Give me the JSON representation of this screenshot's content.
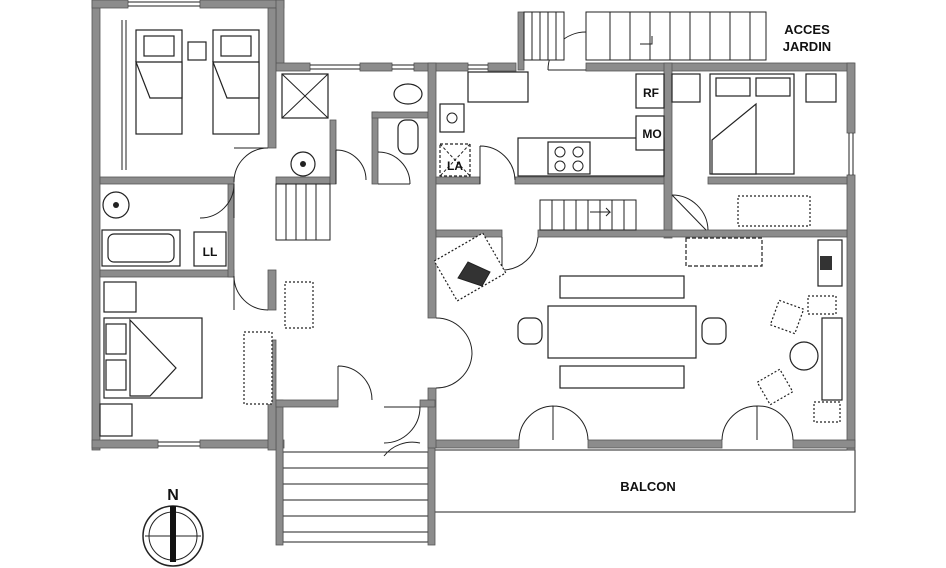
{
  "labels": {
    "acces_line1": "ACCES",
    "acces_line2": "JARDIN",
    "balcon": "BALCON",
    "north": "N",
    "rf": "RF",
    "mo": "MO",
    "la": "LA",
    "ll": "LL"
  }
}
